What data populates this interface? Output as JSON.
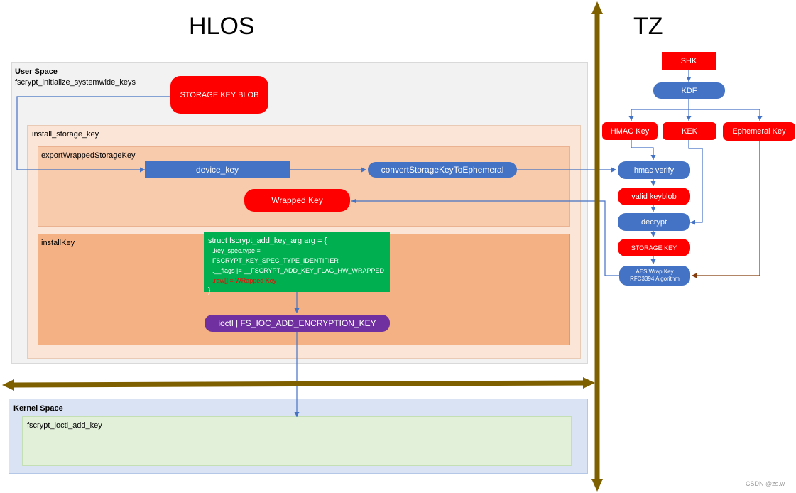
{
  "titles": {
    "hlos": "HLOS",
    "tz": "TZ"
  },
  "user_space": {
    "label": "User Space",
    "function": "fscrypt_initialize_systemwide_keys",
    "storage_key_blob": "STORAGE KEY BLOB",
    "install_storage_key": {
      "label": "install_storage_key",
      "export_wrapped": {
        "label": "exportWrappedStorageKey",
        "device_key": "device_key",
        "convert": "convertStorageKeyToEphemeral",
        "wrapped_key": "Wrapped Key"
      },
      "install_key": {
        "label": "installKey",
        "struct": {
          "line1": "struct fscrypt_add_key_arg arg = {",
          "line2": ".key_spec.type = FSCRYPT_KEY_SPEC_TYPE_IDENTIFIER",
          "line3": ".__flags |= __FSCRYPT_ADD_KEY_FLAG_HW_WRAPPED",
          "line4": ".raw[] = WRapped Key",
          "line5": "}"
        },
        "ioctl": "ioctl | FS_IOC_ADD_ENCRYPTION_KEY"
      }
    }
  },
  "kernel_space": {
    "label": "Kernel Space",
    "function": "fscrypt_ioctl_add_key"
  },
  "tz": {
    "shk": "SHK",
    "kdf": "KDF",
    "hmac_key": "HMAC Key",
    "kek": "KEK",
    "ephemeral_key": "Ephemeral Key",
    "hmac_verify": "hmac verify",
    "valid_keyblob": "valid keyblob",
    "decrypt": "decrypt",
    "storage_key": "STORAGE KEY",
    "aes_wrap_line1": "AES Wrap Key",
    "aes_wrap_line2": "RFC3394 Algorithm"
  },
  "watermark": "CSDN @zs.w",
  "colors": {
    "red": "#ff0000",
    "blue": "#4472c4",
    "green": "#00b050",
    "purple": "#7030a0",
    "divider": "#7f6000",
    "connector_blue": "#4472c4",
    "connector_brown": "#843c0c"
  }
}
